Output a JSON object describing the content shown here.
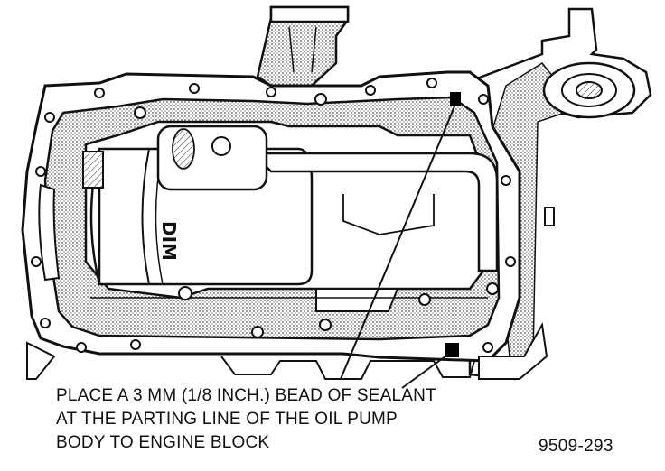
{
  "caption": {
    "line1": "PLACE A 3 MM (1/8 INCH.) BEAD OF SEALANT",
    "line2": "AT THE PARTING LINE OF THE OIL PUMP",
    "line3": "BODY TO ENGINE BLOCK"
  },
  "figure_id": "9509-293",
  "engine_marking": "DIM",
  "colors": {
    "ink": "#111111",
    "paper": "#ffffff",
    "stipple": "#9a9a9a",
    "sealant": "#000000"
  }
}
